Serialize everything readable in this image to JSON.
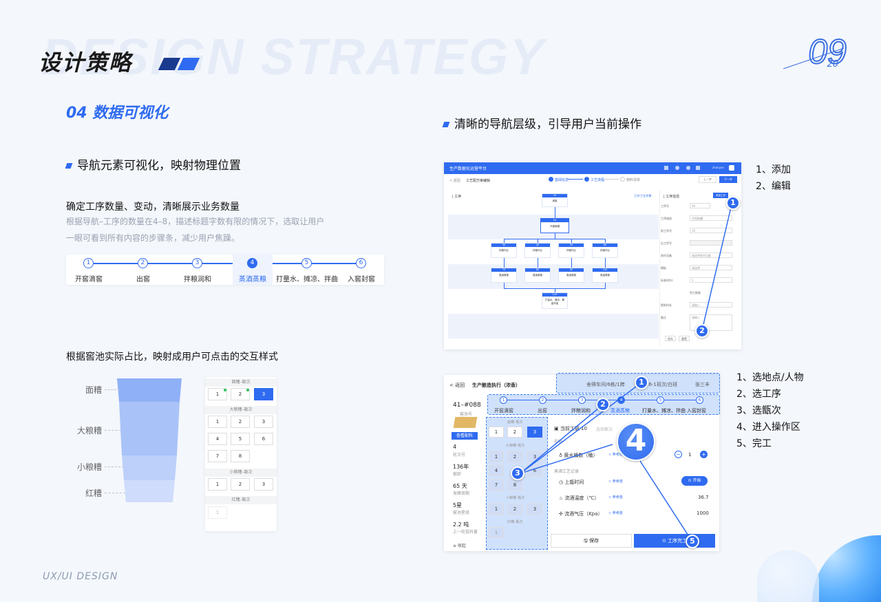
{
  "header": {
    "bg_title": "DESIGN STRATEGY",
    "title": "设计策略",
    "page_number": "09",
    "page_sub": "20"
  },
  "section": {
    "number": "04",
    "title": "数据可视化"
  },
  "left": {
    "h_nav": "导航元素可视化，映射物理位置",
    "h_count": "确定工序数量、变动，清晰展示业务数量",
    "desc": "根据导航–工序的数量在4–8，描述标题字数有限的情况下，选取让用户一眼可看到所有内容的步骤条，减少用户焦躁。",
    "steps": [
      {
        "n": "1",
        "label": "开窖滴窖"
      },
      {
        "n": "2",
        "label": "出窖"
      },
      {
        "n": "3",
        "label": "拌粮润和"
      },
      {
        "n": "4",
        "label": "蒸酒蒸粮"
      },
      {
        "n": "5",
        "label": "打量水、摊凉、拌曲"
      },
      {
        "n": "6",
        "label": "入窖封窖"
      }
    ],
    "active_step": "4",
    "h_pool": "根据窖池实际占比，映射成用户可点击的交互样式",
    "funnel_labels": [
      "面糟",
      "大粮糟",
      "小粮糟",
      "红糟"
    ],
    "grid": {
      "sections": [
        {
          "title": "面糟–甑次",
          "cells": [
            "1",
            "2",
            "3"
          ]
        },
        {
          "title": "大粮糟–甑次",
          "cells": [
            "1",
            "2",
            "3",
            "4",
            "5",
            "6",
            "7",
            "8"
          ]
        },
        {
          "title": "小粮糟–甑次",
          "cells": [
            "1",
            "2",
            "3"
          ]
        },
        {
          "title": "红糟–甑次",
          "cells": [
            "1"
          ]
        }
      ]
    }
  },
  "right": {
    "h_nav": "清晰的导航层级，引导用户当前操作",
    "notes1": [
      "1、添加",
      "2、编辑"
    ],
    "notes2": [
      "1、选地点/人物",
      "2、选工序",
      "3、选甑次",
      "4、进入操作区",
      "5、完工"
    ],
    "s1": {
      "app_title": "生产数据化运营平台",
      "user": "zhanyan",
      "back": "< 返回",
      "breadcrumb": "工艺配方审编辑",
      "steps": [
        "基础信息",
        "工艺流程",
        "物料清单"
      ],
      "prev": "上一步",
      "next": "下一步",
      "left_title": "| 工序",
      "right_link": "工步/工艺步骤",
      "panel_title": "| 工序信息",
      "add_btn": "添加工步",
      "fields": [
        "工序号",
        "工序描述",
        "前工序号",
        "后工序号",
        "责任设备",
        "模板",
        "标准时(h)",
        "",
        "提前时长",
        "备注"
      ],
      "values": [
        "20",
        "开窖取糟",
        "10",
        "",
        "请选择责任设备",
        "请选择",
        "1",
        "完工报制",
        "请输入",
        "请输入"
      ],
      "save": "保存",
      "reset": "重置",
      "nodes": {
        "top": "10",
        "top_t": "清窖",
        "n2": "20",
        "n2_t": "开窖取糟",
        "row3": [
          "30",
          "40",
          "50",
          "60"
        ],
        "row3_t": "拌粮作业",
        "row4": [
          "70",
          "80",
          "90",
          "100"
        ],
        "row4_t": "蒸酒蒸粮",
        "bottom": "110",
        "bottom_t": "打量水、摊凉、撒曲拌曲"
      }
    },
    "s2": {
      "back": "< 返回",
      "title": "生产酿造执行（浓香）",
      "location": "舍得车间/6栋/1跨",
      "shift": "16-1班次/白班",
      "person": "张三丰",
      "pit_id": "41–#088",
      "pit_label": "窖池号",
      "view_btn": "查看配料",
      "stats": [
        {
          "v": "4",
          "l": "轮次号"
        },
        {
          "v": "136年",
          "l": "窖龄"
        },
        {
          "v": "65 天",
          "l": "发酵周期"
        },
        {
          "v": "5星",
          "l": "窖池星级"
        },
        {
          "v": "2.2 吨",
          "l": "上一轮投料量"
        }
      ],
      "collapse": "≡ 收起",
      "steps": [
        "开窖滴窖",
        "出窖",
        "拌粮润和",
        "蒸酒蒸粮",
        "打量水、摊凉、拌曲",
        "入窖封窖"
      ],
      "cur_label": "当前工甑",
      "cur_val": "10",
      "cur_sel": "选择甑次",
      "section1": "投粮",
      "qty_label": "黄水桶数（桶）",
      "ref": "参考值",
      "qty_val": "1",
      "section2": "蒸酒工艺记录",
      "r1": "上甑时间",
      "start": "开始",
      "r2": "流酒温度（℃）",
      "r2v": "36.7",
      "r3": "流酒气压（Kpa）",
      "r3v": "1000",
      "save": "保存",
      "done": "工序完工",
      "big": "4"
    }
  },
  "footer": "UX/UI DESIGN",
  "colors": {
    "accent": "#2f6bf0",
    "dark": "#1a1a1a"
  }
}
